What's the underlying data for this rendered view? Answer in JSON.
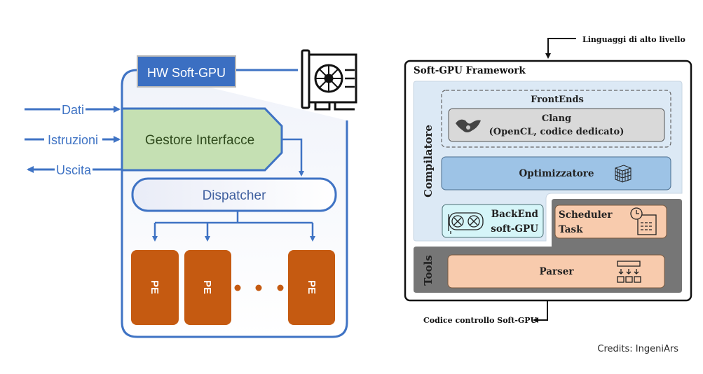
{
  "left_diagram": {
    "title": "HW Soft-GPU",
    "inputs": [
      {
        "label": "Dati",
        "direction": "in"
      },
      {
        "label": "Istruzioni",
        "direction": "in"
      },
      {
        "label": "Uscita",
        "direction": "out"
      }
    ],
    "interface_manager": "Gestore Interfacce",
    "dispatcher": "Dispatcher",
    "processing_elements": [
      "PE",
      "PE",
      "PE"
    ],
    "ellipsis_dots": 3,
    "icon": "graphics-card-icon",
    "colors": {
      "blue": "#3f73c4",
      "title_fill": "#3b6fc2",
      "green_fill": "#c5e0b3",
      "pe_fill": "#c55a11",
      "panel_fill": "#f3f5fb"
    }
  },
  "right_diagram": {
    "input_label": "Linguaggi di alto livello",
    "output_label": "Codice controllo Soft-GPU",
    "framework_title": "Soft-GPU Framework",
    "compiler_section": {
      "label": "Compilatore",
      "frontends_group": "FrontEnds",
      "clang": {
        "line1": "Clang",
        "line2": "(OpenCL, codice dedicato)",
        "icon": "dragon-icon"
      },
      "optimizer": {
        "label": "Optimizzatore",
        "icon": "cube-icon"
      },
      "backend": {
        "line1": "BackEnd",
        "line2": "soft-GPU",
        "icon": "dual-fan-gpu-icon"
      }
    },
    "tools_section": {
      "label": "Tools",
      "scheduler": {
        "line1": "Scheduler",
        "line2": "Task",
        "icon": "clock-calendar-icon"
      },
      "parser": {
        "label": "Parser",
        "icon": "hierarchy-icon"
      }
    },
    "colors": {
      "compiler_fill": "#dce9f5",
      "clang_fill": "#d9d9d9",
      "optimizer_fill": "#9dc3e6",
      "backend_fill": "#d5f5f8",
      "tools_fill": "#767676",
      "tool_item_fill": "#f8cbad"
    }
  },
  "credits": "Credits: IngeniArs"
}
